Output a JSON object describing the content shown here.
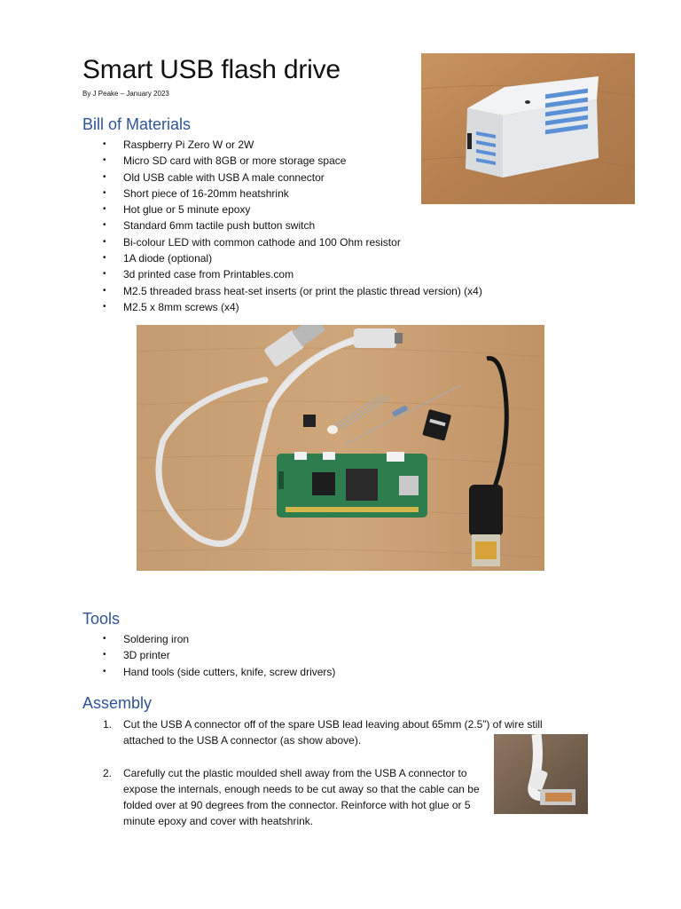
{
  "document": {
    "title": "Smart USB flash drive",
    "byline": "By J Peake – January 2023"
  },
  "bill_of_materials": {
    "heading": "Bill of Materials",
    "items": [
      "Raspberry Pi Zero W or 2W",
      "Micro SD card with 8GB or more storage space",
      "Old USB cable with USB A male connector",
      "Short piece of 16-20mm heatshrink",
      "Hot glue or 5 minute epoxy",
      "Standard 6mm tactile push button switch",
      "Bi-colour LED with common cathode and 100 Ohm resistor",
      "1A diode (optional)",
      "3d printed case from Printables.com",
      "M2.5 threaded brass heat-set inserts (or print the plastic thread version) (x4)",
      "M2.5 x 8mm screws (x4)"
    ],
    "bullet_glyph": "•"
  },
  "tools": {
    "heading": "Tools",
    "items": [
      "Soldering iron",
      "3D printer",
      "Hand tools (side cutters, knife, screw drivers)"
    ],
    "bullet_glyph": "•"
  },
  "assembly": {
    "heading": "Assembly",
    "steps": [
      {
        "number": "1.",
        "text": "Cut the USB A connector off of the spare USB lead leaving about 65mm (2.5”) of wire still attached to the USB A connector (as show above)."
      },
      {
        "number": "2.",
        "text": "Carefully cut the plastic moulded shell away from the USB A connector to expose the internals, enough needs to be cut away so that the cable can be folded over at 90 degrees from the connector. Reinforce with hot glue or 5 minute epoxy and cover with heatshrink."
      }
    ]
  },
  "colors": {
    "heading": "#2f5496",
    "wood": "#c49a6e",
    "case_white": "#e9ecef",
    "vent_blue": "#5b8fd6",
    "pcb_green": "#2e7d4f",
    "cable_white": "#e4e4e4"
  }
}
